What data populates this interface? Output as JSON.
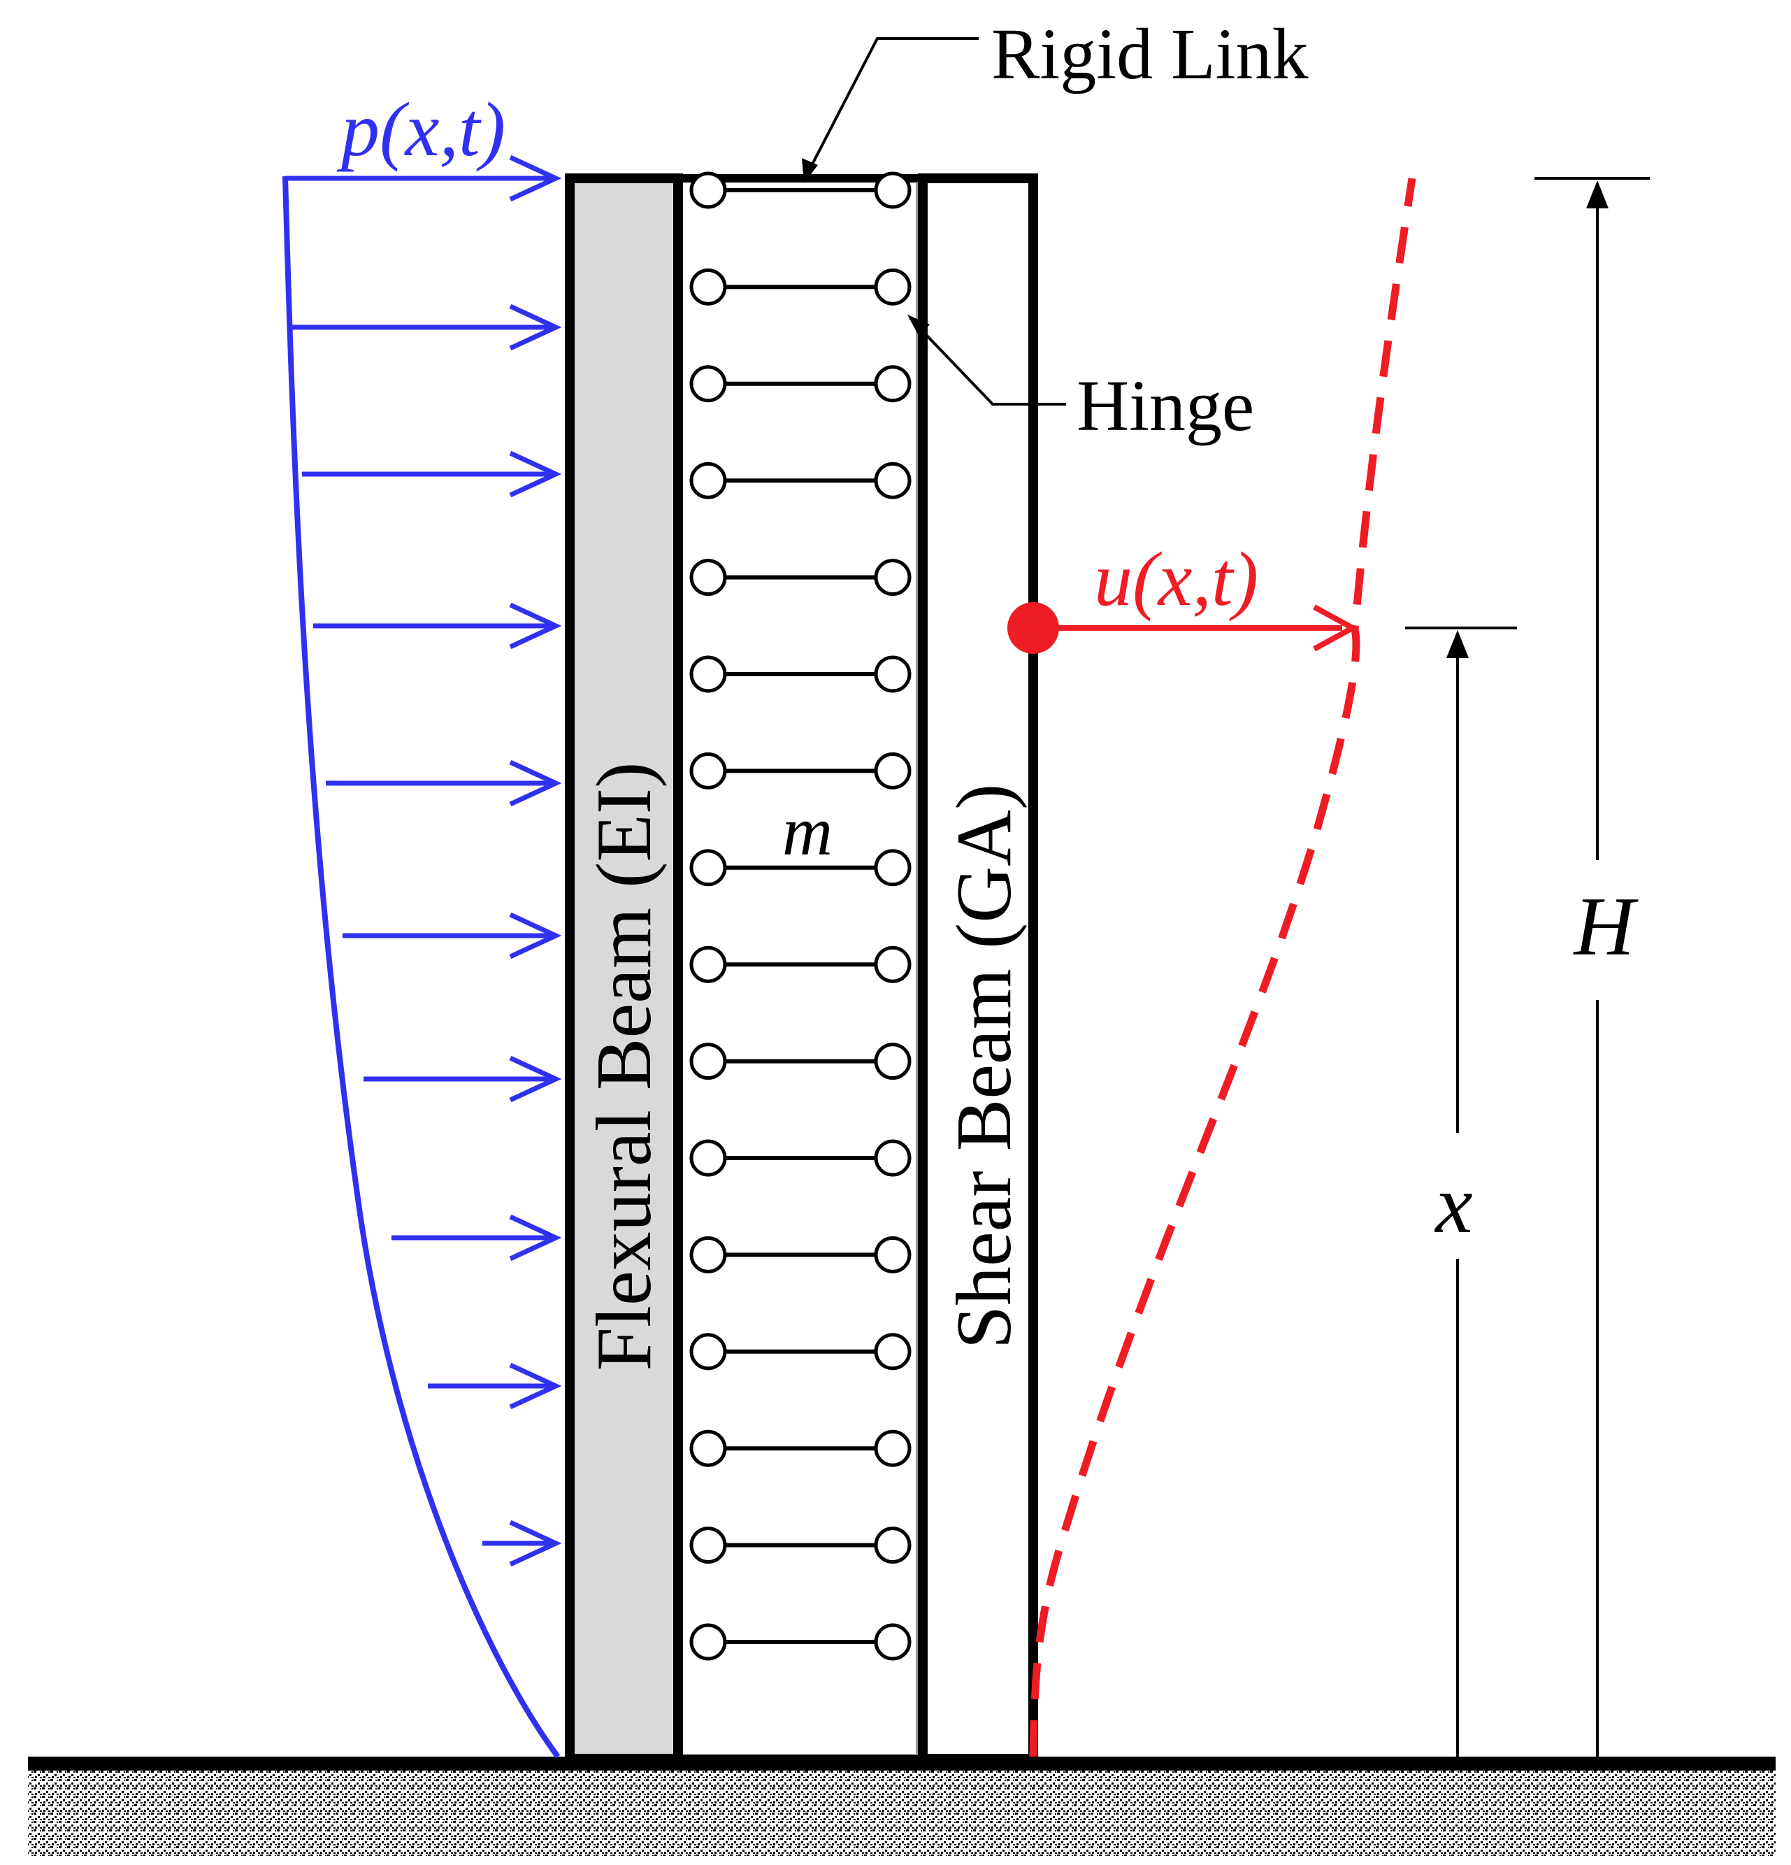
{
  "labels": {
    "load": "p(x,t)",
    "rigid_link": "Rigid Link",
    "hinge": "Hinge",
    "flexural_beam": "Flexural Beam (EI)",
    "shear_beam": "Shear Beam (GA)",
    "mass": "m",
    "displacement": "u(x,t)",
    "height": "H",
    "position": "x"
  },
  "colors": {
    "load": "#3030f0",
    "displacement": "#ee1c24",
    "flexural_fill": "#d9d9d9",
    "outline": "#000000"
  },
  "link_count": 16
}
